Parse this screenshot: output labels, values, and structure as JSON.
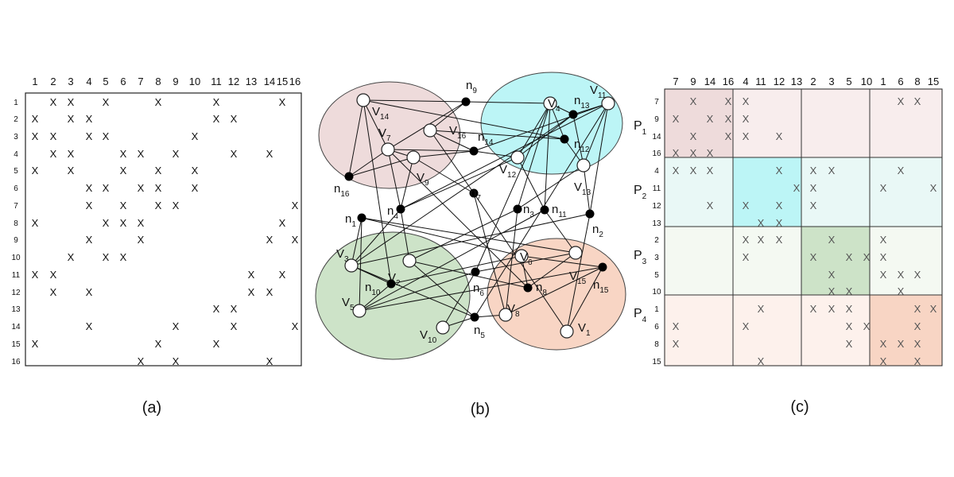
{
  "captions": {
    "a": "(a)",
    "b": "(b)",
    "c": "(c)"
  },
  "matrix_a": {
    "col_labels": [
      "1",
      "2",
      "3",
      "4",
      "5",
      "6",
      "7",
      "8",
      "9",
      "10",
      "11",
      "12",
      "13",
      "14",
      "15",
      "16"
    ],
    "row_labels": [
      "1",
      "2",
      "3",
      "4",
      "5",
      "6",
      "7",
      "8",
      "9",
      "10",
      "11",
      "12",
      "13",
      "14",
      "15",
      "16"
    ],
    "mark": "X",
    "entries": [
      [
        1,
        2
      ],
      [
        1,
        3
      ],
      [
        1,
        5
      ],
      [
        1,
        8
      ],
      [
        1,
        11
      ],
      [
        1,
        15
      ],
      [
        2,
        1
      ],
      [
        2,
        3
      ],
      [
        2,
        4
      ],
      [
        2,
        11
      ],
      [
        2,
        12
      ],
      [
        3,
        1
      ],
      [
        3,
        2
      ],
      [
        3,
        4
      ],
      [
        3,
        5
      ],
      [
        3,
        10
      ],
      [
        4,
        2
      ],
      [
        4,
        3
      ],
      [
        4,
        6
      ],
      [
        4,
        7
      ],
      [
        4,
        9
      ],
      [
        4,
        12
      ],
      [
        4,
        14
      ],
      [
        5,
        1
      ],
      [
        5,
        3
      ],
      [
        5,
        6
      ],
      [
        5,
        8
      ],
      [
        5,
        10
      ],
      [
        6,
        4
      ],
      [
        6,
        5
      ],
      [
        6,
        7
      ],
      [
        6,
        8
      ],
      [
        6,
        10
      ],
      [
        7,
        4
      ],
      [
        7,
        6
      ],
      [
        7,
        8
      ],
      [
        7,
        9
      ],
      [
        7,
        16
      ],
      [
        8,
        1
      ],
      [
        8,
        5
      ],
      [
        8,
        6
      ],
      [
        8,
        7
      ],
      [
        8,
        15
      ],
      [
        9,
        4
      ],
      [
        9,
        7
      ],
      [
        9,
        14
      ],
      [
        9,
        16
      ],
      [
        10,
        3
      ],
      [
        10,
        5
      ],
      [
        10,
        6
      ],
      [
        11,
        1
      ],
      [
        11,
        2
      ],
      [
        11,
        13
      ],
      [
        11,
        15
      ],
      [
        12,
        2
      ],
      [
        12,
        4
      ],
      [
        12,
        13
      ],
      [
        12,
        14
      ],
      [
        13,
        11
      ],
      [
        13,
        12
      ],
      [
        14,
        4
      ],
      [
        14,
        9
      ],
      [
        14,
        12
      ],
      [
        14,
        16
      ],
      [
        15,
        1
      ],
      [
        15,
        8
      ],
      [
        15,
        11
      ],
      [
        16,
        7
      ],
      [
        16,
        9
      ],
      [
        16,
        14
      ]
    ]
  },
  "graph_b": {
    "parts": [
      {
        "id": "P1",
        "color": "#e8cfcf"
      },
      {
        "id": "P2",
        "color": "#a6f1f3"
      },
      {
        "id": "P3",
        "color": "#bcd9b6"
      },
      {
        "id": "P4",
        "color": "#f6c7b0"
      }
    ],
    "vertices": [
      {
        "id": "v14",
        "label": "V",
        "sub": "14"
      },
      {
        "id": "v7",
        "label": "V",
        "sub": "7"
      },
      {
        "id": "v9",
        "label": "V",
        "sub": "9"
      },
      {
        "id": "v16",
        "label": "V",
        "sub": "16"
      },
      {
        "id": "v4",
        "label": "V",
        "sub": "4"
      },
      {
        "id": "v11",
        "label": "V",
        "sub": "11"
      },
      {
        "id": "v12",
        "label": "V",
        "sub": "12"
      },
      {
        "id": "v13",
        "label": "V",
        "sub": "13"
      },
      {
        "id": "v3",
        "label": "V",
        "sub": "3"
      },
      {
        "id": "v2",
        "label": "V",
        "sub": "2"
      },
      {
        "id": "v5",
        "label": "V",
        "sub": "5"
      },
      {
        "id": "v10",
        "label": "V",
        "sub": "10"
      },
      {
        "id": "v6",
        "label": "V",
        "sub": "6"
      },
      {
        "id": "v15",
        "label": "V",
        "sub": "15"
      },
      {
        "id": "v8",
        "label": "V",
        "sub": "8"
      },
      {
        "id": "v1",
        "label": "V",
        "sub": "1"
      }
    ],
    "nets": [
      {
        "id": "n9",
        "label": "n",
        "sub": "9"
      },
      {
        "id": "n16",
        "label": "n",
        "sub": "16"
      },
      {
        "id": "n14",
        "label": "n",
        "sub": "14"
      },
      {
        "id": "n13",
        "label": "n",
        "sub": "13"
      },
      {
        "id": "n12",
        "label": "n",
        "sub": "12"
      },
      {
        "id": "n7",
        "label": "n",
        "sub": "7"
      },
      {
        "id": "n4",
        "label": "n",
        "sub": "4"
      },
      {
        "id": "n1",
        "label": "n",
        "sub": "1"
      },
      {
        "id": "n3",
        "label": "n",
        "sub": "3"
      },
      {
        "id": "n11",
        "label": "n",
        "sub": "11"
      },
      {
        "id": "n2",
        "label": "n",
        "sub": "2"
      },
      {
        "id": "n10",
        "label": "n",
        "sub": "10"
      },
      {
        "id": "n6",
        "label": "n",
        "sub": "6"
      },
      {
        "id": "n8",
        "label": "n",
        "sub": "8"
      },
      {
        "id": "n15",
        "label": "n",
        "sub": "15"
      },
      {
        "id": "n5",
        "label": "n",
        "sub": "5"
      }
    ],
    "edges": [
      [
        "n9",
        "v14"
      ],
      [
        "n9",
        "v16"
      ],
      [
        "n9",
        "v4"
      ],
      [
        "n9",
        "v7"
      ],
      [
        "n16",
        "v14"
      ],
      [
        "n16",
        "v7"
      ],
      [
        "n16",
        "v9"
      ],
      [
        "n14",
        "v16"
      ],
      [
        "n14",
        "v12"
      ],
      [
        "n14",
        "v7"
      ],
      [
        "n14",
        "v9"
      ],
      [
        "n14",
        "v11"
      ],
      [
        "n13",
        "v4"
      ],
      [
        "n13",
        "v11"
      ],
      [
        "n13",
        "v12"
      ],
      [
        "n13",
        "v3"
      ],
      [
        "n13",
        "v13"
      ],
      [
        "n12",
        "v4"
      ],
      [
        "n12",
        "v16"
      ],
      [
        "n12",
        "v13"
      ],
      [
        "n12",
        "v14"
      ],
      [
        "n7",
        "v9"
      ],
      [
        "n7",
        "v16"
      ],
      [
        "n7",
        "v1"
      ],
      [
        "n7",
        "v8"
      ],
      [
        "n4",
        "v7"
      ],
      [
        "n4",
        "v9"
      ],
      [
        "n4",
        "v2"
      ],
      [
        "n4",
        "v3"
      ],
      [
        "n4",
        "v12"
      ],
      [
        "n4",
        "v11"
      ],
      [
        "n1",
        "v3"
      ],
      [
        "n1",
        "v6"
      ],
      [
        "n1",
        "v5"
      ],
      [
        "n1",
        "v15"
      ],
      [
        "n3",
        "v4"
      ],
      [
        "n3",
        "v2"
      ],
      [
        "n3",
        "v8"
      ],
      [
        "n3",
        "v13"
      ],
      [
        "n11",
        "v12"
      ],
      [
        "n11",
        "v5"
      ],
      [
        "n11",
        "v4"
      ],
      [
        "n11",
        "v15"
      ],
      [
        "n2",
        "v11"
      ],
      [
        "n2",
        "v1"
      ],
      [
        "n2",
        "v13"
      ],
      [
        "n2",
        "v3"
      ],
      [
        "n10",
        "v3"
      ],
      [
        "n10",
        "v5"
      ],
      [
        "n10",
        "v6"
      ],
      [
        "n10",
        "v14"
      ],
      [
        "n6",
        "v5"
      ],
      [
        "n6",
        "v15"
      ],
      [
        "n6",
        "v4"
      ],
      [
        "n6",
        "v10"
      ],
      [
        "n8",
        "v2"
      ],
      [
        "n8",
        "v6"
      ],
      [
        "n8",
        "v15"
      ],
      [
        "n8",
        "v7"
      ],
      [
        "n15",
        "v6"
      ],
      [
        "n15",
        "v1"
      ],
      [
        "n15",
        "v8"
      ],
      [
        "n15",
        "v5"
      ],
      [
        "n5",
        "v10"
      ],
      [
        "n5",
        "v2"
      ],
      [
        "n5",
        "v8"
      ],
      [
        "n5",
        "v11"
      ],
      [
        "n5",
        "v3"
      ],
      [
        "v14",
        "v7"
      ],
      [
        "v7",
        "v9"
      ],
      [
        "v11",
        "v13"
      ],
      [
        "v4",
        "v12"
      ]
    ]
  },
  "matrix_c": {
    "col_labels": [
      "7",
      "9",
      "14",
      "16",
      "4",
      "11",
      "12",
      "13",
      "2",
      "3",
      "5",
      "10",
      "1",
      "6",
      "8",
      "15"
    ],
    "row_labels": [
      "7",
      "9",
      "14",
      "16",
      "4",
      "11",
      "12",
      "13",
      "2",
      "3",
      "5",
      "10",
      "1",
      "6",
      "8",
      "15"
    ],
    "part_labels": [
      {
        "label": "P",
        "sub": "1"
      },
      {
        "label": "P",
        "sub": "2"
      },
      {
        "label": "P",
        "sub": "3"
      },
      {
        "label": "P",
        "sub": "4"
      }
    ],
    "block_colors": [
      "#e8cfcf",
      "#a6f1f3",
      "#bcd9b6",
      "#f6c7b0"
    ],
    "block_tints": [
      "#f8eded",
      "#e9f8f6",
      "#f4f9f2",
      "#fdf1ec"
    ],
    "mark": "X",
    "entries": [
      [
        1,
        2
      ],
      [
        1,
        4
      ],
      [
        1,
        5
      ],
      [
        1,
        14
      ],
      [
        1,
        15
      ],
      [
        2,
        1
      ],
      [
        2,
        3
      ],
      [
        2,
        4
      ],
      [
        2,
        5
      ],
      [
        3,
        2
      ],
      [
        3,
        4
      ],
      [
        3,
        5
      ],
      [
        3,
        7
      ],
      [
        4,
        1
      ],
      [
        4,
        2
      ],
      [
        4,
        3
      ],
      [
        5,
        1
      ],
      [
        5,
        2
      ],
      [
        5,
        3
      ],
      [
        5,
        7
      ],
      [
        5,
        9
      ],
      [
        5,
        10
      ],
      [
        5,
        14
      ],
      [
        6,
        8
      ],
      [
        6,
        9
      ],
      [
        6,
        13
      ],
      [
        6,
        16
      ],
      [
        7,
        3
      ],
      [
        7,
        5
      ],
      [
        7,
        7
      ],
      [
        7,
        9
      ],
      [
        8,
        6
      ],
      [
        8,
        7
      ],
      [
        9,
        5
      ],
      [
        9,
        6
      ],
      [
        9,
        7
      ],
      [
        9,
        10
      ],
      [
        9,
        13
      ],
      [
        10,
        5
      ],
      [
        10,
        9
      ],
      [
        10,
        11
      ],
      [
        10,
        12
      ],
      [
        10,
        13
      ],
      [
        11,
        10
      ],
      [
        11,
        13
      ],
      [
        11,
        14
      ],
      [
        11,
        15
      ],
      [
        12,
        10
      ],
      [
        12,
        11
      ],
      [
        12,
        14
      ],
      [
        13,
        6
      ],
      [
        13,
        9
      ],
      [
        13,
        10
      ],
      [
        13,
        11
      ],
      [
        13,
        15
      ],
      [
        13,
        16
      ],
      [
        14,
        1
      ],
      [
        14,
        5
      ],
      [
        14,
        11
      ],
      [
        14,
        12
      ],
      [
        14,
        15
      ],
      [
        15,
        1
      ],
      [
        15,
        11
      ],
      [
        15,
        13
      ],
      [
        15,
        14
      ],
      [
        15,
        15
      ],
      [
        16,
        6
      ],
      [
        16,
        13
      ],
      [
        16,
        15
      ]
    ]
  }
}
